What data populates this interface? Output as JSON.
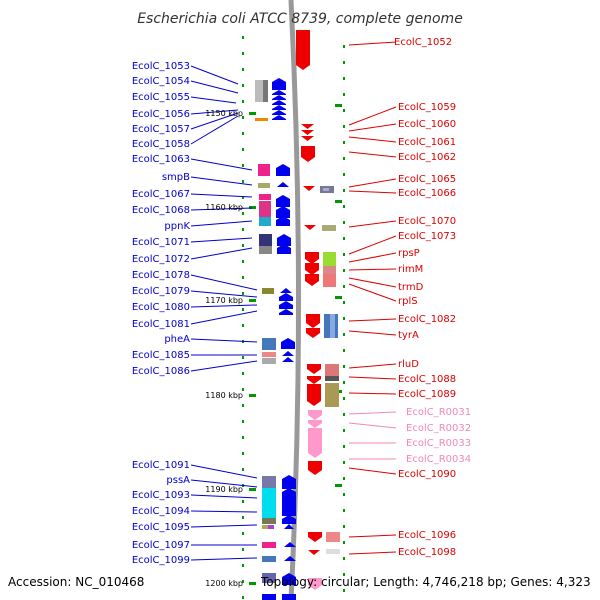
{
  "title": "Escherichia coli ATCC 8739, complete genome",
  "footer": {
    "accession": "Accession: NC_010468",
    "topology": "Topology: circular; Length: 4,746,218 bp; Genes: 4,323"
  },
  "colors": {
    "left_label": "#0000cc",
    "right_label": "#dd0000",
    "rna_label": "#ee88bb",
    "backbone": "#999999",
    "tick": "#009900",
    "strand_plus": "#0000ee",
    "strand_minus": "#ee0000",
    "rna_feature": "#ff99cc"
  },
  "scale_labels": [
    "1150 kbp",
    "1160 kbp",
    "1170 kbp",
    "1180 kbp",
    "1190 kbp",
    "1200 kbp"
  ],
  "left_labels": [
    "EcolC_1053",
    "EcolC_1054",
    "EcolC_1055",
    "EcolC_1056",
    "EcolC_1057",
    "EcolC_1058",
    "EcolC_1063",
    "smpB",
    "EcolC_1067",
    "EcolC_1068",
    "ppnK",
    "EcolC_1071",
    "EcolC_1072",
    "EcolC_1078",
    "EcolC_1079",
    "EcolC_1080",
    "EcolC_1081",
    "pheA",
    "EcolC_1085",
    "EcolC_1086",
    "EcolC_1091",
    "pssA",
    "EcolC_1093",
    "EcolC_1094",
    "EcolC_1095",
    "EcolC_1097",
    "EcolC_1099"
  ],
  "right_labels": [
    "EcolC_1052",
    "EcolC_1059",
    "EcolC_1060",
    "EcolC_1061",
    "EcolC_1062",
    "EcolC_1065",
    "EcolC_1066",
    "EcolC_1070",
    "EcolC_1073",
    "rpsP",
    "rimM",
    "trmD",
    "rplS",
    "EcolC_1082",
    "tyrA",
    "rluD",
    "EcolC_1088",
    "EcolC_1089",
    "EcolC_R0031",
    "EcolC_R0032",
    "EcolC_R0033",
    "EcolC_R0034",
    "EcolC_1090",
    "EcolC_1096",
    "EcolC_1098"
  ]
}
